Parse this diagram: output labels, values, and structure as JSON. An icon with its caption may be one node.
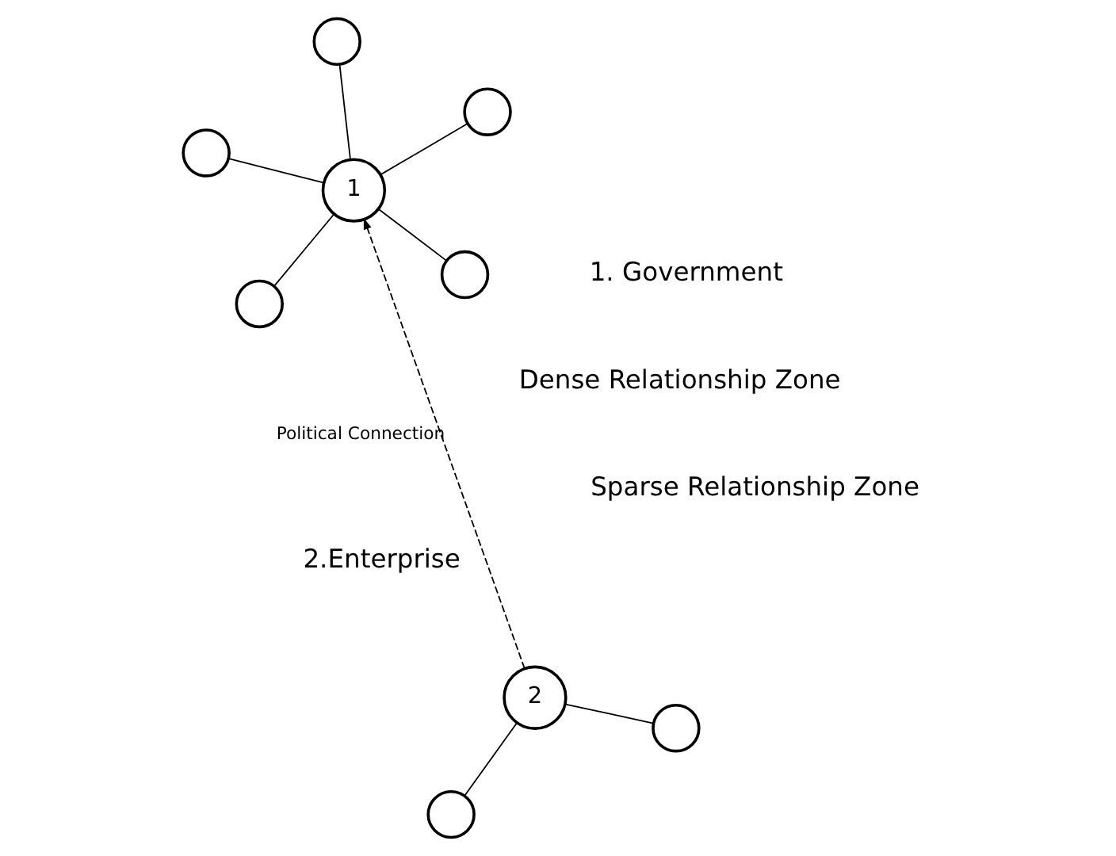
{
  "diagram": {
    "nodes": [
      {
        "text": [],
        "shape": "circle"
      },
      {
        "text": [],
        "shape": "circle"
      },
      {
        "text": [
          "1"
        ]
      },
      {
        "text": [],
        "shape": "circle"
      },
      {
        "text": [],
        "shape": "circle"
      },
      {
        "text": [],
        "shape": "circle"
      },
      {
        "text": [
          "2"
        ]
      },
      {
        "text": [],
        "shape": "circle"
      },
      {
        "text": [],
        "shape": "circle"
      }
    ],
    "edges": [
      {
        "from": 2,
        "to": 0,
        "arrow": "none"
      },
      {
        "from": 2,
        "to": 1,
        "arrow": "none"
      },
      {
        "from": 2,
        "to": 3,
        "arrow": "none"
      },
      {
        "from": 2,
        "to": 4,
        "arrow": "none"
      },
      {
        "from": 2,
        "to": 5,
        "arrow": "none"
      },
      {
        "from": 6,
        "to": 2,
        "arrow": "to",
        "label": "Political Connection",
        "style": "dashed"
      },
      {
        "from": 6,
        "to": 7,
        "arrow": "none"
      },
      {
        "from": 6,
        "to": 8,
        "arrow": "none"
      }
    ],
    "labels": [
      "Dense Relationship Zone",
      "Sparse Relationship Zone",
      "1. Government",
      "2.Enterprise"
    ]
  }
}
